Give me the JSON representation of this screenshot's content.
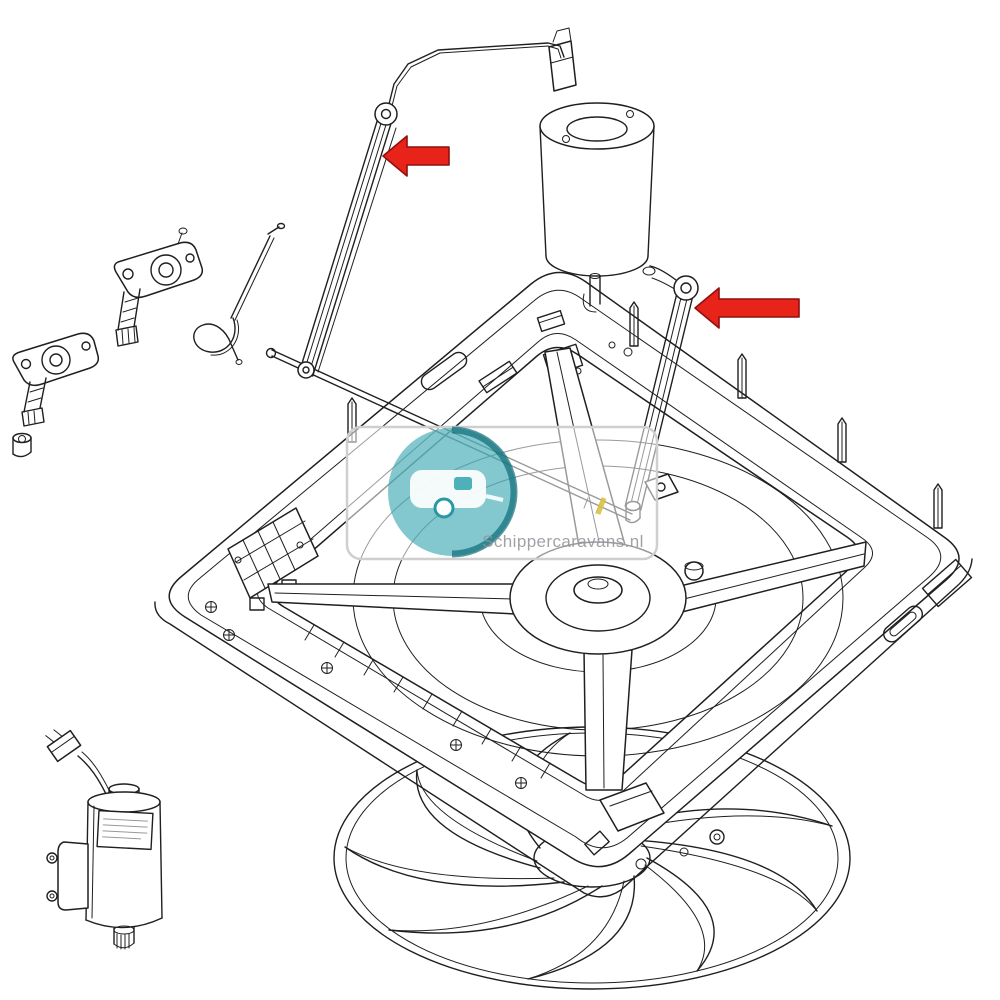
{
  "page": {
    "background_color": "#ffffff",
    "ink_color": "#1f1f1f"
  },
  "annotations": {
    "arrow_color": "#e8231a",
    "arrow_outline_color": "#8f1010",
    "arrows": [
      {
        "id": "arrow-1",
        "points_at": "left-lift-arm",
        "direction": "left"
      },
      {
        "id": "arrow-2",
        "points_at": "right-lift-arm",
        "direction": "left"
      }
    ]
  },
  "watermark": {
    "brand": "Schippercaravans.nl",
    "logo_color": "#2fa3ad",
    "logo_ring_color": "#0e6b77",
    "text_color": "#8f9499",
    "box_border_color": "#cfcfcf"
  },
  "parts": [
    {
      "id": "lift-motor"
    },
    {
      "id": "left-lift-arm"
    },
    {
      "id": "right-lift-arm"
    },
    {
      "id": "crank-axle-rod"
    },
    {
      "id": "bent-control-rod"
    },
    {
      "id": "spring-crank-rod"
    },
    {
      "id": "hinge-bracket-upper"
    },
    {
      "id": "hinge-bracket-lower"
    },
    {
      "id": "lock-nut"
    },
    {
      "id": "gear-motor"
    },
    {
      "id": "power-connector"
    },
    {
      "id": "vent-housing-frame"
    },
    {
      "id": "fan-impeller"
    },
    {
      "id": "center-hub"
    }
  ]
}
